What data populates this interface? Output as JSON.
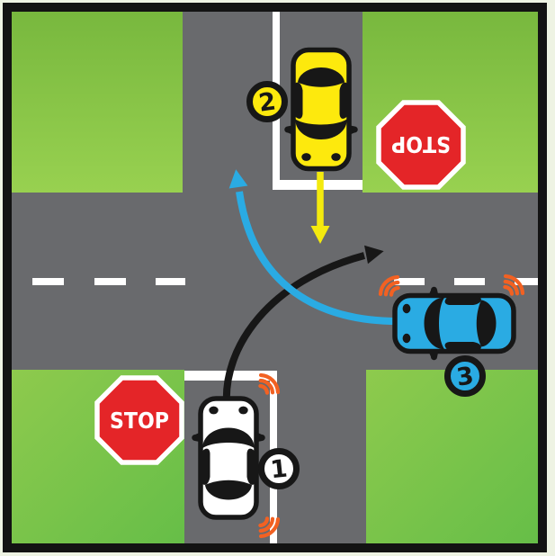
{
  "title": "Intersection right-of-way diagram",
  "colors": {
    "page_background": "#eef3e3",
    "frame": "#131313",
    "road": "#696a6d",
    "grass_light": "#98d150",
    "grass_dark": "#6cbf49",
    "marking": "#ffffff",
    "stop_sign_red": "#e42528",
    "car_white": "#ffffff",
    "car_yellow": "#fde90d",
    "car_blue": "#2aabe3",
    "signal_orange": "#f26122",
    "arrow_black": "#171717",
    "arrow_yellow": "#f4ea0e",
    "arrow_blue": "#2aabe3"
  },
  "signs": [
    {
      "label": "STOP",
      "position": "bottom-left",
      "upside_down": false
    },
    {
      "label": "STOP",
      "position": "top-right",
      "upside_down": true
    }
  ],
  "vehicles": [
    {
      "badge": "1",
      "color_name": "white",
      "hex": "#ffffff",
      "approach": "south",
      "heading": "north",
      "turn_signal": "right",
      "path_arrow": "black curve turning east"
    },
    {
      "badge": "2",
      "color_name": "yellow",
      "hex": "#fde90d",
      "approach": "north",
      "heading": "south",
      "turn_signal": "none",
      "path_arrow": "yellow straight south"
    },
    {
      "badge": "3",
      "color_name": "blue",
      "hex": "#2aabe3",
      "approach": "east",
      "heading": "west",
      "turn_signal": "right",
      "path_arrow": "blue curve turning north"
    }
  ]
}
